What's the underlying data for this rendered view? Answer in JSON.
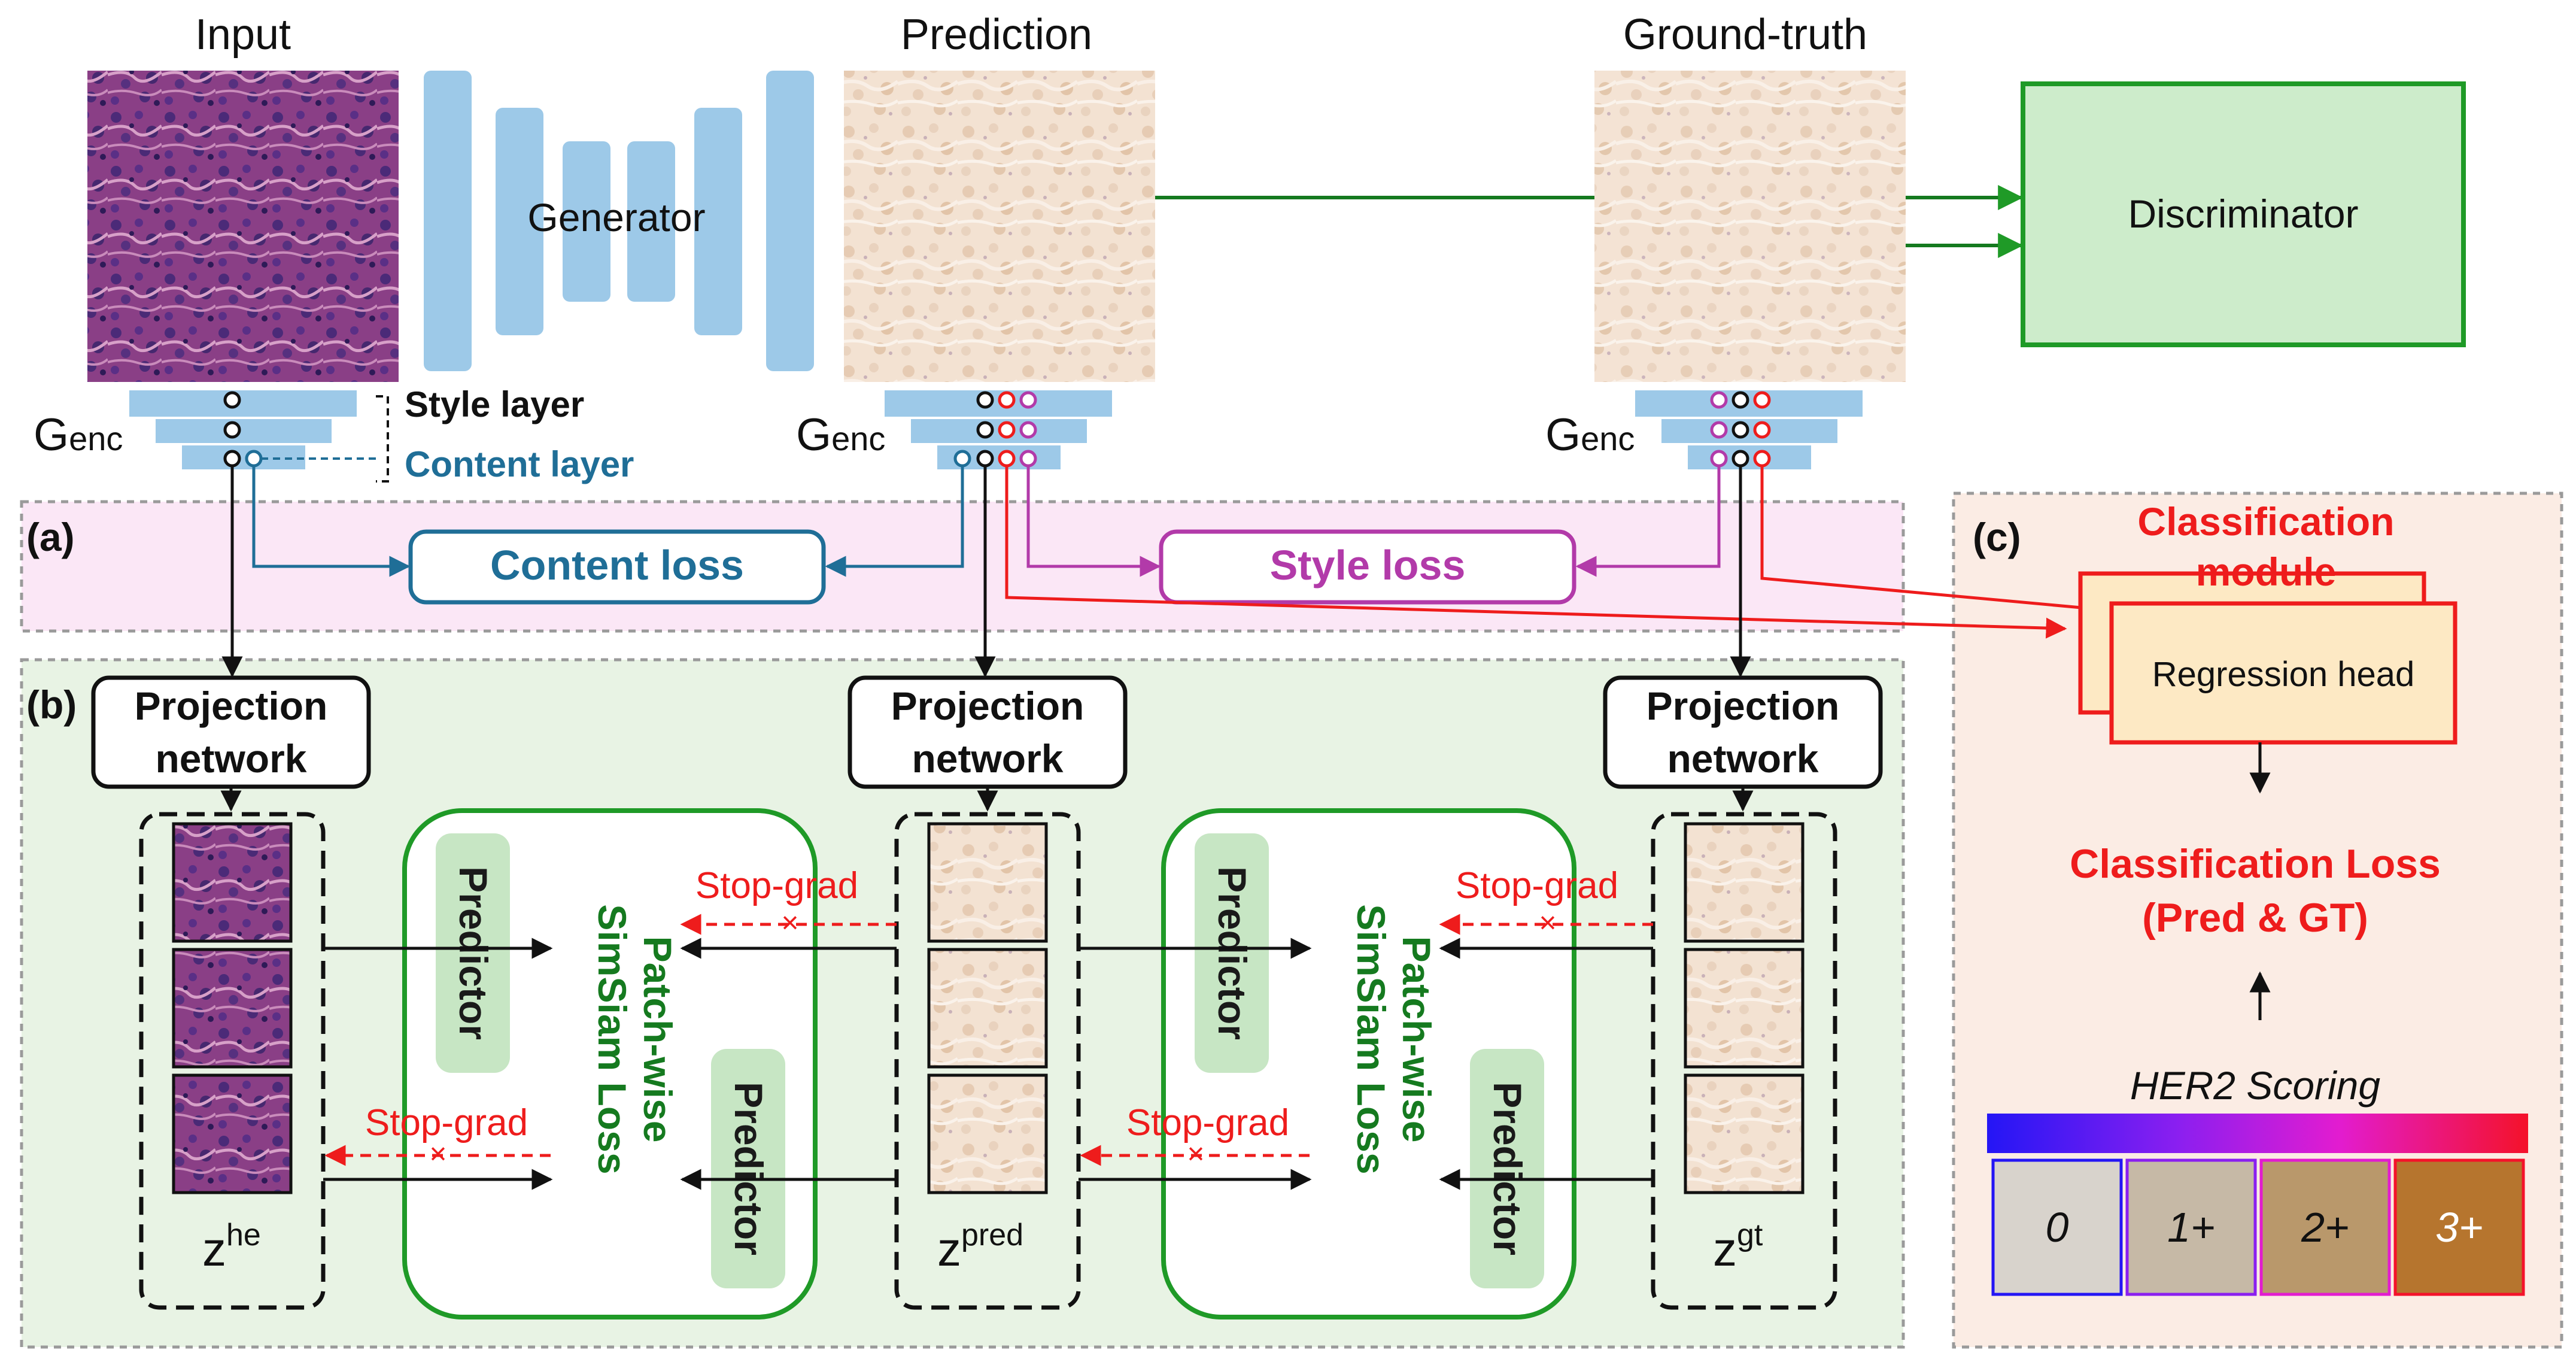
{
  "images": {
    "input_label": "Input",
    "prediction_label": "Prediction",
    "ground_truth_label": "Ground-truth"
  },
  "generator": {
    "label": "Generator"
  },
  "discriminator": {
    "label": "Discriminator"
  },
  "encoder": {
    "label_main": "G",
    "label_sub": "enc",
    "style_layer": "Style layer",
    "content_layer": "Content layer"
  },
  "panel_a": {
    "tag": "(a)",
    "content_loss": "Content loss",
    "style_loss": "Style loss"
  },
  "panel_b": {
    "tag": "(b)",
    "projection_line1": "Projection",
    "projection_line2": "network",
    "predictor": "Predictor",
    "loss_line1": "Patch-wise",
    "loss_line2": "SimSiam Loss",
    "stop_grad": "Stop-grad",
    "z_main": "z",
    "z_he": "he",
    "z_pred": "pred",
    "z_gt": "gt"
  },
  "panel_c": {
    "tag": "(c)",
    "module_line1": "Classification",
    "module_line2": "module",
    "regression_head": "Regression head",
    "loss_line1": "Classification Loss",
    "loss_line2": "(Pred & GT)",
    "scoring_title": "HER2 Scoring",
    "scores": [
      "0",
      "1+",
      "2+",
      "3+"
    ]
  },
  "colors": {
    "content_blue": "#1f6e97",
    "style_magenta": "#b23aa9",
    "red": "#ee1c1c",
    "green": "#1f9a27",
    "dark_green": "#157a1f",
    "layer_blue": "#9dc9e8",
    "panel_a_bg": "#fbe7f6",
    "panel_b_bg": "#e8f3e4",
    "panel_c_bg": "#fbece4",
    "predictor_bg": "#c7e6c4",
    "discriminator_bg": "#cdeccb",
    "regression_bg": "#fde9c4"
  }
}
